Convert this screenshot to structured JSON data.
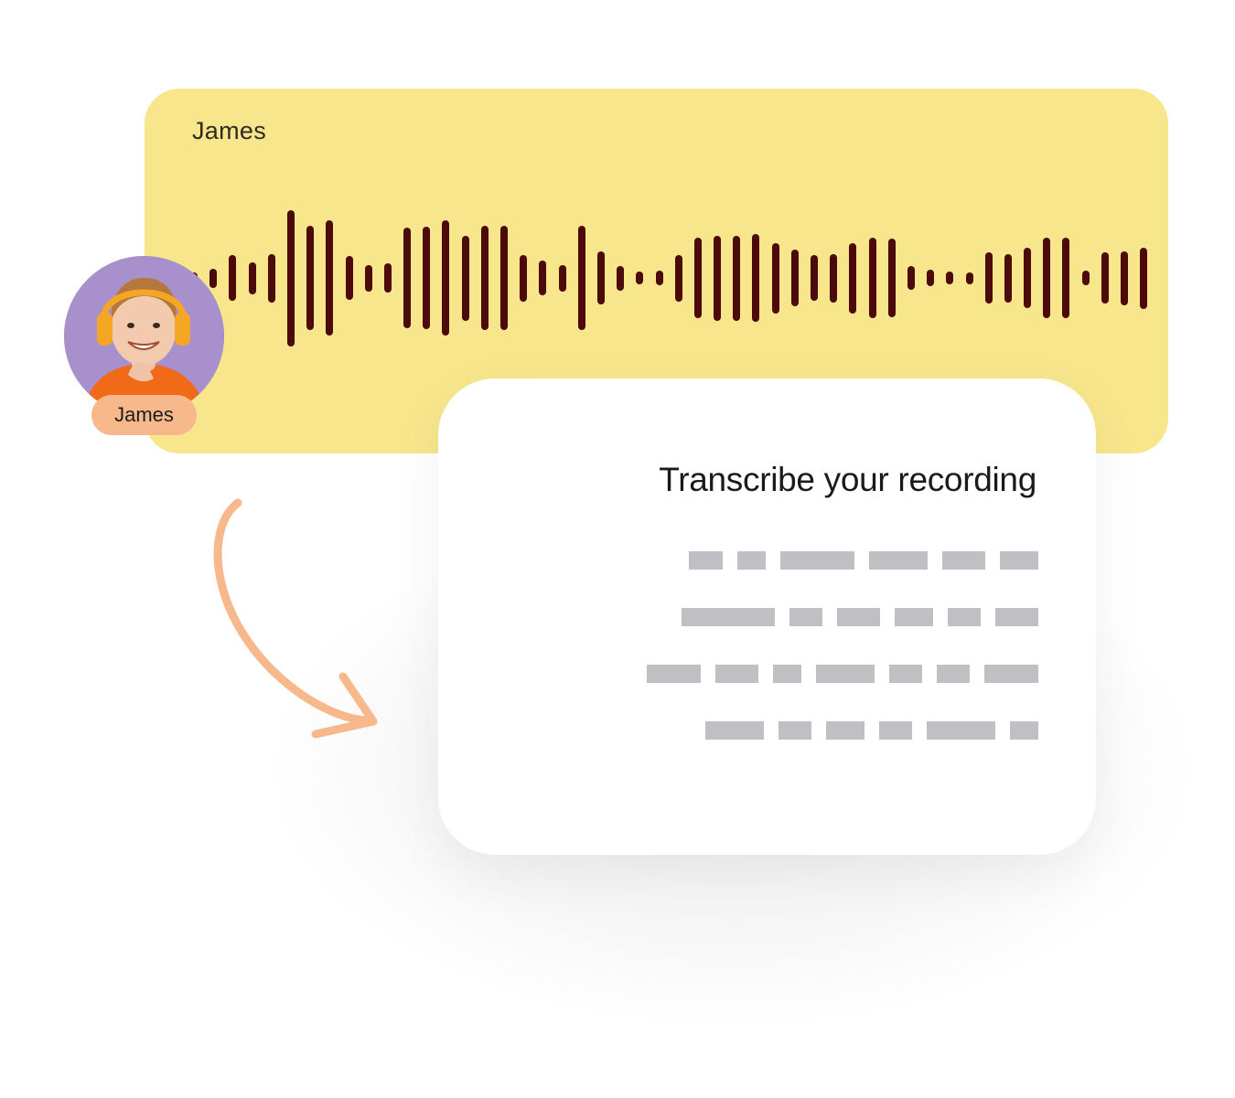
{
  "recording": {
    "speaker": "James",
    "waveform_color": "#4d0a0a",
    "card_color": "#f7e68c",
    "waveform_levels": [
      0.08,
      0.13,
      0.31,
      0.22,
      0.33,
      0.93,
      0.71,
      0.79,
      0.3,
      0.18,
      0.2,
      0.69,
      0.7,
      0.79,
      0.58,
      0.71,
      0.71,
      0.32,
      0.24,
      0.18,
      0.71,
      0.36,
      0.17,
      0.09,
      0.1,
      0.32,
      0.55,
      0.58,
      0.58,
      0.6,
      0.48,
      0.39,
      0.31,
      0.33,
      0.48,
      0.55,
      0.54,
      0.16,
      0.11,
      0.09,
      0.08,
      0.35,
      0.33,
      0.41,
      0.55,
      0.55,
      0.1,
      0.35,
      0.37,
      0.42
    ]
  },
  "avatar": {
    "icon": "person-with-headphones-avatar",
    "name_label": "James",
    "pill_color": "#f7b88c"
  },
  "arrow": {
    "icon": "curved-arrow-icon",
    "color": "#f7b88c"
  },
  "transcript": {
    "title": "Transcribe your recording",
    "placeholder_color": "#c0c0c4",
    "lines": [
      [
        0.57,
        0.48,
        1.24,
        0.98,
        0.73,
        0.65
      ],
      [
        1.57,
        0.56,
        0.73,
        0.65,
        0.56,
        0.73
      ],
      [
        0.9,
        0.73,
        0.48,
        0.98,
        0.56,
        0.56,
        0.9
      ],
      [
        0.98,
        0.56,
        0.65,
        0.56,
        1.15,
        0.48
      ]
    ]
  }
}
